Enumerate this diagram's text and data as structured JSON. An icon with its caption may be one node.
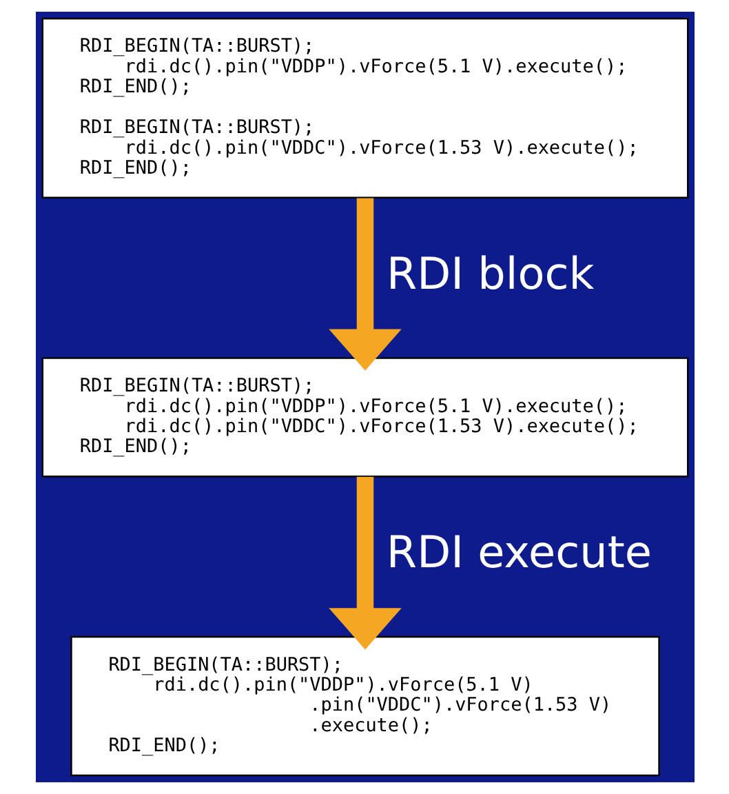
{
  "diagram": {
    "nodes": [
      {
        "text": [
          "RDI_BEGIN(TA::BURST);",
          "rdi.dc().pin(\"VDDP\").vForce(5.1 V).execute();",
          "RDI_END();",
          "RDI_BEGIN(TA::BURST);",
          "rdi.dc().pin(\"VDDC\").vForce(1.53 V).execute();",
          "RDI_END();"
        ]
      },
      {
        "text": [
          "RDI_BEGIN(TA::BURST);",
          "rdi.dc().pin(\"VDDP\").vForce(5.1 V).execute();",
          "rdi.dc().pin(\"VDDC\").vForce(1.53 V).execute();",
          "RDI_END();"
        ]
      },
      {
        "text": [
          "RDI_BEGIN(TA::BURST);",
          "rdi.dc().pin(\"VDDP\").vForce(5.1 V)",
          ".pin(\"VDDC\").vForce(1.53 V)",
          ".execute();",
          "RDI_END();"
        ]
      }
    ],
    "edges": [
      {
        "from": 0,
        "to": 1,
        "arrow": "to",
        "label": "RDI block"
      },
      {
        "from": 1,
        "to": 2,
        "arrow": "to",
        "label": "RDI execute"
      }
    ]
  }
}
